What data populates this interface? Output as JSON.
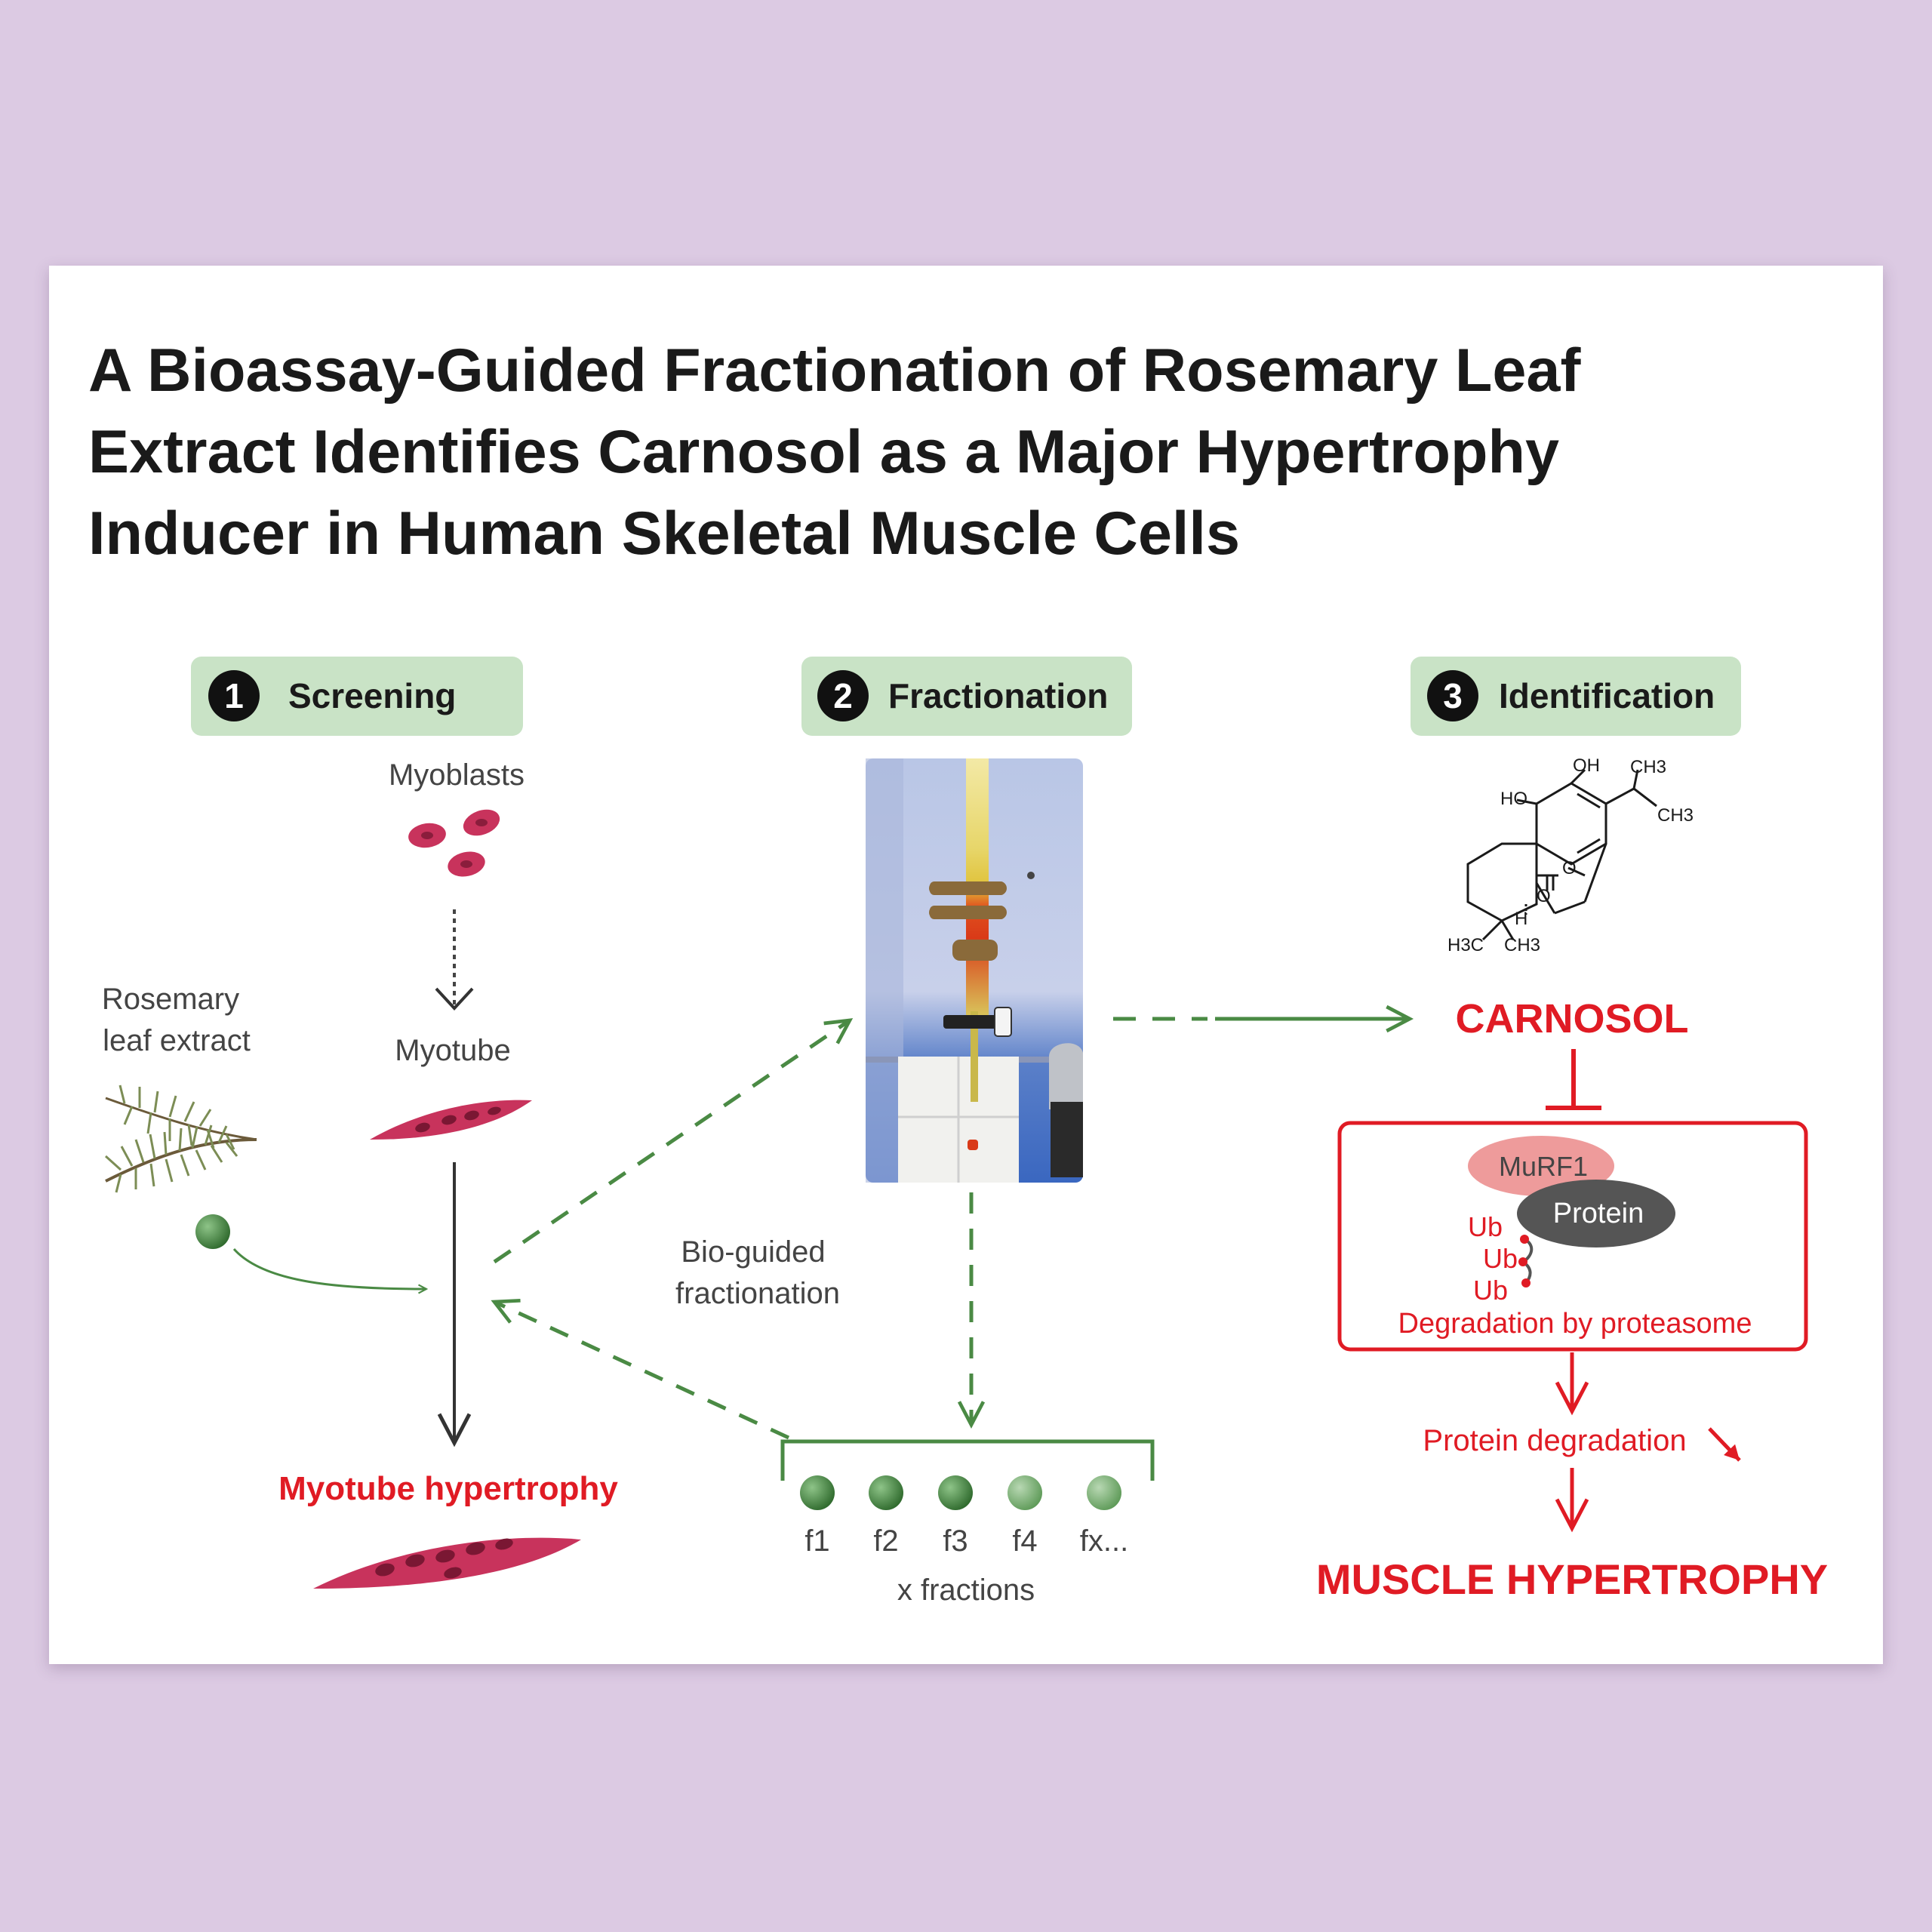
{
  "title": "A Bioassay-Guided Fractionation of Rosemary Leaf Extract Identifies Carnosol as a Major Hypertrophy Inducer in Human Skeletal Muscle Cells",
  "steps": [
    {
      "number": "1",
      "label": "Screening"
    },
    {
      "number": "2",
      "label": "Fractionation"
    },
    {
      "number": "3",
      "label": "Identification"
    }
  ],
  "screening": {
    "myoblasts": "Myoblasts",
    "myotube": "Myotube",
    "extract_line1": "Rosemary",
    "extract_line2": "leaf extract",
    "result": "Myotube hypertrophy"
  },
  "fractionation": {
    "bio_line1": "Bio-guided",
    "bio_line2": "fractionation",
    "fractions": [
      "f1",
      "f2",
      "f3",
      "f4",
      "fx..."
    ],
    "fractions_caption": "x fractions"
  },
  "identification": {
    "molecule_labels": {
      "oh": "OH",
      "ho": "HO",
      "ch3_top": "CH3",
      "ch3_right": "CH3",
      "h": "H",
      "o1": "O",
      "o2": "O",
      "h3c": "H3C",
      "ch3_bottom": "CH3"
    },
    "compound": "CARNOSOL",
    "murf1": "MuRF1",
    "protein": "Protein",
    "ub": [
      "Ub",
      "Ub",
      "Ub"
    ],
    "degradation_box": "Degradation by proteasome",
    "protein_degradation": "Protein degradation",
    "conclusion": "MUSCLE HYPERTROPHY"
  },
  "colors": {
    "background": "#dccae3",
    "step_box": "#c9e3c6",
    "green": "#4a8a44",
    "red": "#e01b24",
    "cell": "#c8335c",
    "dark": "#333333"
  }
}
